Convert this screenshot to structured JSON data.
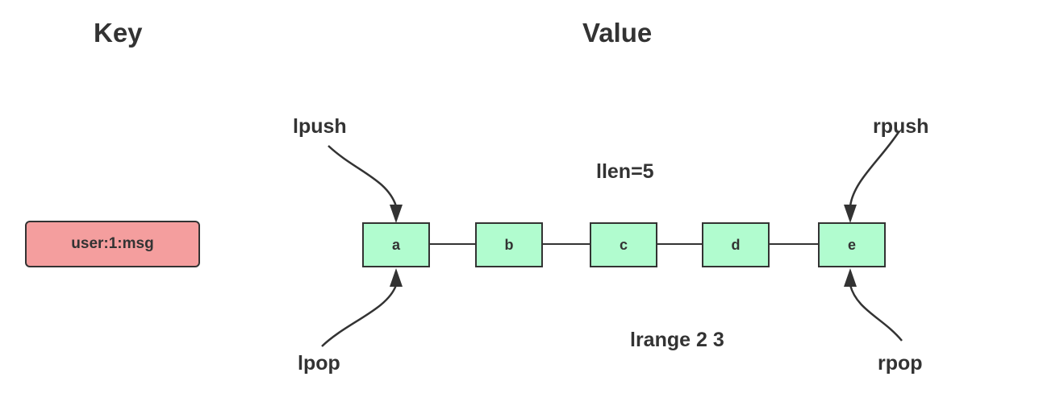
{
  "headings": {
    "key": "Key",
    "value": "Value"
  },
  "key": {
    "label": "user:1:msg",
    "color": "#f49e9e"
  },
  "list": {
    "node_color": "#b1fccf",
    "nodes": [
      "a",
      "b",
      "c",
      "d",
      "e"
    ]
  },
  "operations": {
    "lpush": "lpush",
    "rpush": "rpush",
    "lpop": "lpop",
    "rpop": "rpop"
  },
  "annotations": {
    "llen": "llen=5",
    "lrange": "lrange 2 3"
  }
}
